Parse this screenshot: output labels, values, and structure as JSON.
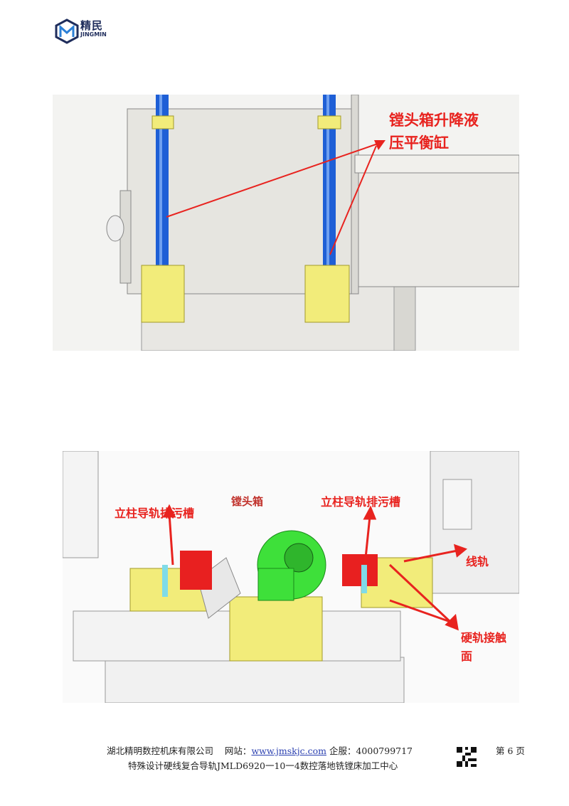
{
  "header": {
    "logo_cn": "精民",
    "logo_en": "JINGMIN"
  },
  "figure1": {
    "label": "镗头箱升降液压平衡缸",
    "label_line1": "镗头箱升降液",
    "label_line2": "压平衡缸"
  },
  "figure2": {
    "labels": {
      "column_guide_left": "立柱导轨排污槽",
      "boring_head_box": "镗头箱",
      "column_guide_right": "立柱导轨排污槽",
      "linear_rail": "线轨",
      "hard_rail_line1": "硬轨接触",
      "hard_rail_line2": "面"
    }
  },
  "footer": {
    "company": "湖北精明数控机床有限公司",
    "website_label": "网站：",
    "website": "www.jmskjc.com",
    "service_label": "企服：",
    "service_phone": "4000799717",
    "product": "特殊设计硬线复合导轨JMLD6920一10一4数控落地铣镗床加工中心",
    "page": "第 6 页"
  },
  "colors": {
    "accent_red": "#e8231f",
    "cylinder_blue": "#1e5fd6",
    "bracket_yellow": "#f2ec7a",
    "body_gray": "#e4e2dc"
  }
}
